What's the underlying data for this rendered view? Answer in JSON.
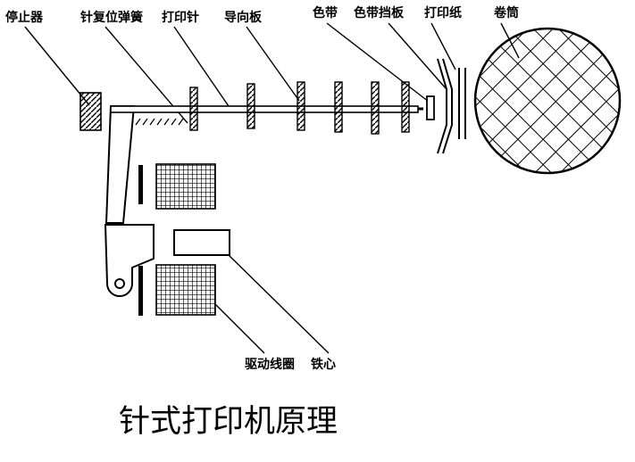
{
  "labels": {
    "stopper": "停止器",
    "return_spring": "针复位弹簧",
    "print_needle": "打印针",
    "guide_plate": "导向板",
    "ribbon": "色带",
    "ribbon_mask": "色带挡板",
    "paper": "打印纸",
    "platen": "卷筒",
    "coil": "驱动线圈",
    "core": "铁心"
  },
  "caption": "针式打印机原理"
}
